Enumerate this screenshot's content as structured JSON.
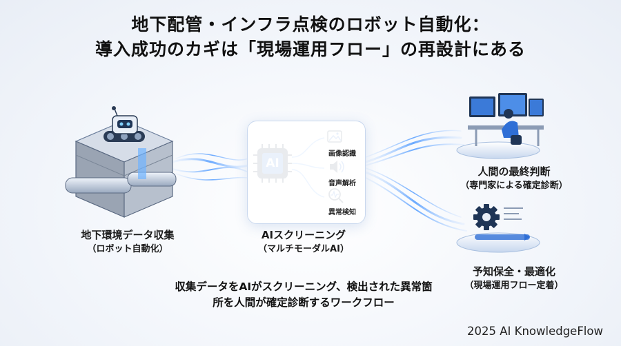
{
  "title": {
    "line1": "地下配管・インフラ点検のロボット自動化：",
    "line2": "導入成功のカギは「現場運用フロー」の再設計にある"
  },
  "nodes": {
    "left": {
      "main": "地下環境データ収集",
      "sub": "（ロボット自動化）"
    },
    "center": {
      "main": "AIスクリーニング",
      "sub": "（マルチモーダルAI）",
      "chip": "AI"
    },
    "human": {
      "main": "人間の最終判断",
      "sub": "（専門家による確定診断）"
    },
    "maintenance": {
      "main": "予知保全・最適化",
      "sub": "（現場運用フロー定着）"
    }
  },
  "functions": [
    "画像認識",
    "音声解析",
    "異常検知"
  ],
  "caption": {
    "line1": "収集データをAIがスクリーニング、検出された異常箇",
    "line2": "所を人間が確定診断するワークフロー"
  },
  "footer": "2025 AI KnowledgeFlow",
  "colors": {
    "accent": "#2f6fd6",
    "flow": "#5aa0ff",
    "dark": "#1f3556"
  },
  "icons": [
    "robot-icon",
    "ground-cube-icon",
    "ai-chip-icon",
    "image-icon",
    "sound-icon",
    "anomaly-search-icon",
    "operator-desk-icon",
    "gear-icon"
  ]
}
